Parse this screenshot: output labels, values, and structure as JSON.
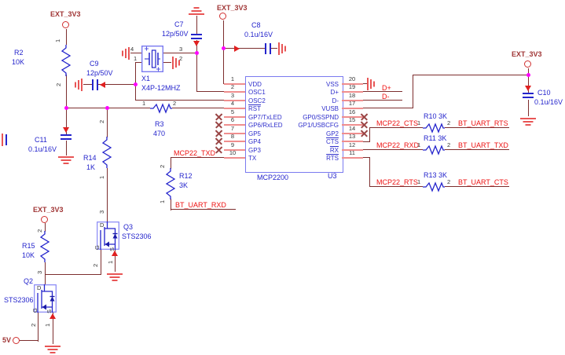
{
  "colors": {
    "wire": "#7d2e2e",
    "pin_stub": "#ef8e8e",
    "component_blue": "#2424cc",
    "net_label_red": "#ee1111",
    "power_label": "#a03636",
    "junction": "#ff00ff",
    "ground": "#e85555",
    "ic_border": "#7a7af0"
  },
  "power": {
    "ext_3v3": "EXT_3V3",
    "v5": "5V"
  },
  "pin_numbers": {
    "p1": "1",
    "p2": "2",
    "p3": "3",
    "p4": "4"
  },
  "mosfet_pins": {
    "d": "D",
    "g": "G",
    "s": "S"
  },
  "ic": {
    "ref": "U3",
    "part": "MCP2200",
    "left": [
      {
        "n": "1",
        "name": "VDD"
      },
      {
        "n": "2",
        "name": "OSC1"
      },
      {
        "n": "3",
        "name": "OSC2"
      },
      {
        "n": "4",
        "name": "RST"
      },
      {
        "n": "5",
        "name": "GP7/TxLED"
      },
      {
        "n": "6",
        "name": "GP6/RxLED"
      },
      {
        "n": "7",
        "name": "GP5"
      },
      {
        "n": "8",
        "name": "GP4"
      },
      {
        "n": "9",
        "name": "GP3"
      },
      {
        "n": "10",
        "name": "TX"
      }
    ],
    "right": [
      {
        "n": "20",
        "name": "VSS"
      },
      {
        "n": "19",
        "name": "D+"
      },
      {
        "n": "18",
        "name": "D-"
      },
      {
        "n": "17",
        "name": "VUSB"
      },
      {
        "n": "16",
        "name": "GP0/SSPND"
      },
      {
        "n": "15",
        "name": "GP1/USBCFG"
      },
      {
        "n": "14",
        "name": "GP2"
      },
      {
        "n": "13",
        "name": "CTS"
      },
      {
        "n": "12",
        "name": "RX"
      },
      {
        "n": "11",
        "name": "RTS"
      }
    ]
  },
  "components": {
    "r2": {
      "ref": "R2",
      "value": "10K"
    },
    "r3": {
      "ref": "R3",
      "value": "470"
    },
    "r10": {
      "ref": "R10",
      "value": "3K"
    },
    "r11": {
      "ref": "R11",
      "value": "3K"
    },
    "r12": {
      "ref": "R12",
      "value": "3K"
    },
    "r13": {
      "ref": "R13",
      "value": "3K"
    },
    "r14": {
      "ref": "R14",
      "value": "1K"
    },
    "r15": {
      "ref": "R15",
      "value": "10K"
    },
    "c7": {
      "ref": "C7",
      "value": "12p/50V"
    },
    "c8": {
      "ref": "C8",
      "value": "0.1u/16V"
    },
    "c9": {
      "ref": "C9",
      "value": "12p/50V"
    },
    "c10": {
      "ref": "C10",
      "value": "0.1u/16V"
    },
    "c11": {
      "ref": "C11",
      "value": "0.1u/16V"
    },
    "x1": {
      "ref": "X1",
      "value": "X4P-12MHZ"
    },
    "q2": {
      "ref": "Q2",
      "value": "STS2306"
    },
    "q3": {
      "ref": "Q3",
      "value": "STS2306"
    }
  },
  "nets": {
    "d_plus": "D+",
    "d_minus": "D-",
    "mcp22_txd": "MCP22_TXD",
    "bt_uart_rxd": "BT_UART_RXD",
    "mcp22_cts": "MCP22_CTS",
    "bt_uart_rts": "BT_UART_RTS",
    "mcp22_rxd": "MCP22_RXD",
    "bt_uart_txd": "BT_UART_TXD",
    "mcp22_rts": "MCP22_RTS",
    "bt_uart_cts": "BT_UART_CTS"
  }
}
